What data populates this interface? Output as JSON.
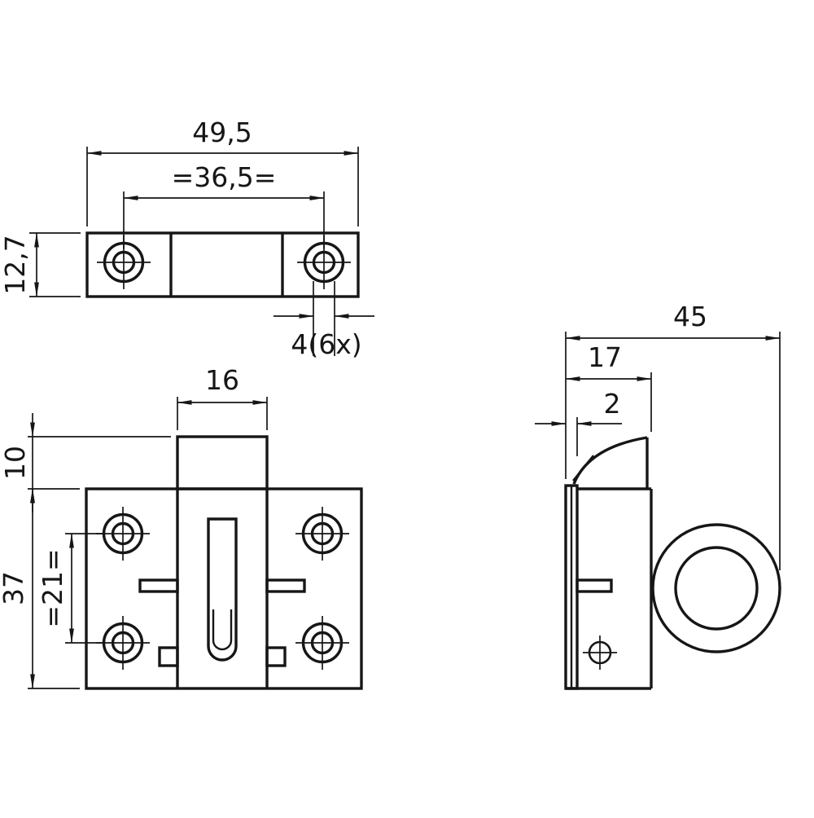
{
  "drawing": {
    "background_color": "#ffffff",
    "line_color": "#161616",
    "dimensions": {
      "plate_width": "49,5",
      "hole_spacing_horizontal": "=36,5=",
      "plate_height": "12,7",
      "screw_hole_diameter": "4(6x)",
      "bolt_width": "16",
      "bolt_travel": "10",
      "body_height": "37",
      "hole_spacing_vertical": "=21=",
      "overall_depth": "45",
      "body_depth": "17",
      "plate_thickness": "2"
    }
  }
}
